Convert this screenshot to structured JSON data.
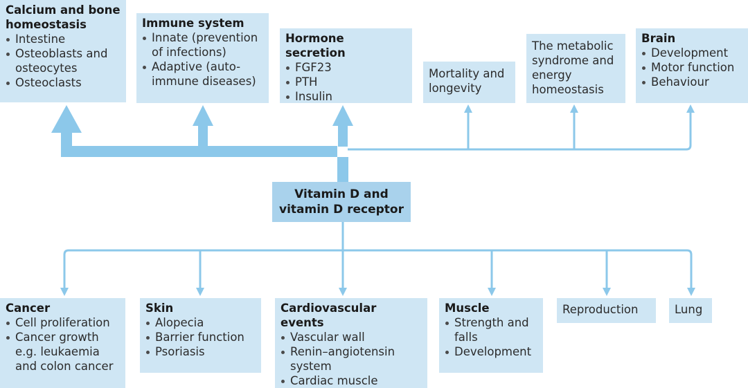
{
  "center": {
    "line1": "Vitamin D and",
    "line2": "vitamin D receptor"
  },
  "top_boxes": [
    {
      "title": [
        "Calcium and bone",
        "homeostasis"
      ],
      "items": [
        [
          "Intestine"
        ],
        [
          "Osteoblasts and",
          "osteocytes"
        ],
        [
          "Osteoclasts"
        ]
      ]
    },
    {
      "title": [
        "Immune system"
      ],
      "items": [
        [
          "Innate (prevention",
          "of infections)"
        ],
        [
          "Adaptive (auto-",
          "immune diseases)"
        ]
      ]
    },
    {
      "title": [
        "Hormone secretion"
      ],
      "items": [
        [
          "FGF23"
        ],
        [
          "PTH"
        ],
        [
          "Insulin"
        ]
      ]
    },
    {
      "plain": [
        "Mortality and",
        "longevity"
      ]
    },
    {
      "plain": [
        "The metabolic",
        "syndrome and",
        "energy",
        "homeostasis"
      ]
    },
    {
      "title": [
        "Brain"
      ],
      "items": [
        [
          "Development"
        ],
        [
          "Motor function"
        ],
        [
          "Behaviour"
        ]
      ]
    }
  ],
  "bottom_boxes": [
    {
      "title": [
        "Cancer"
      ],
      "items": [
        [
          "Cell proliferation"
        ],
        [
          "Cancer growth",
          "e.g. leukaemia",
          "and colon cancer"
        ]
      ]
    },
    {
      "title": [
        "Skin"
      ],
      "items": [
        [
          "Alopecia"
        ],
        [
          "Barrier function"
        ],
        [
          "Psoriasis"
        ]
      ]
    },
    {
      "title": [
        "Cardiovascular events"
      ],
      "items": [
        [
          "Vascular wall"
        ],
        [
          "Renin–angiotensin",
          "system"
        ],
        [
          "Cardiac muscle"
        ]
      ]
    },
    {
      "title": [
        "Muscle"
      ],
      "items": [
        [
          "Strength and",
          "falls"
        ],
        [
          "Development"
        ]
      ]
    },
    {
      "plain": [
        "Reproduction"
      ]
    },
    {
      "plain": [
        "Lung"
      ]
    }
  ],
  "colors": {
    "box_fill": "#cfe6f4",
    "center_fill": "#a9d2ec",
    "arrow_thick": "#8cc8ea",
    "arrow_thin": "#8cc8ea"
  }
}
